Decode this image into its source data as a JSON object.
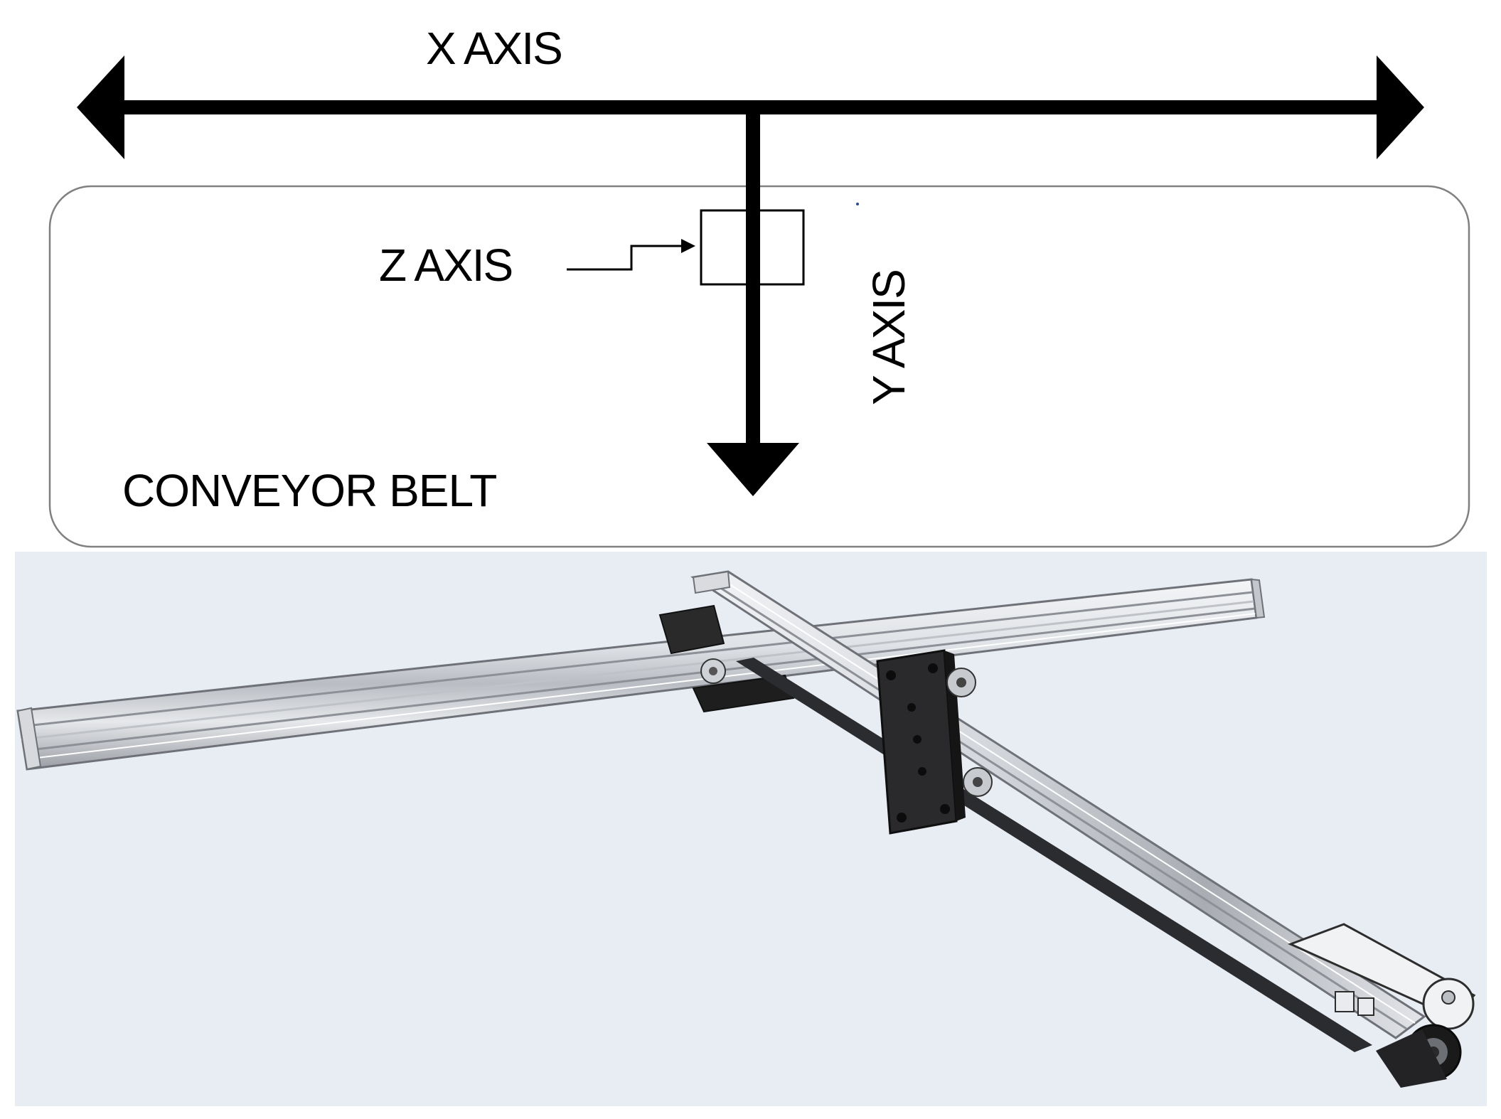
{
  "diagram": {
    "labels": {
      "x_axis": "X AXIS",
      "z_axis": "Z AXIS",
      "y_axis": "Y AXIS",
      "conveyor": "CONVEYOR BELT"
    },
    "colors": {
      "ink": "#000000",
      "belt_outline": "#808080",
      "render_background": "#e8ecf3",
      "rail_light": "#eef0f3",
      "rail_mid": "#c9ccd1",
      "rail_shadow": "#8e9197",
      "dark_part": "#1e1e1e"
    }
  }
}
